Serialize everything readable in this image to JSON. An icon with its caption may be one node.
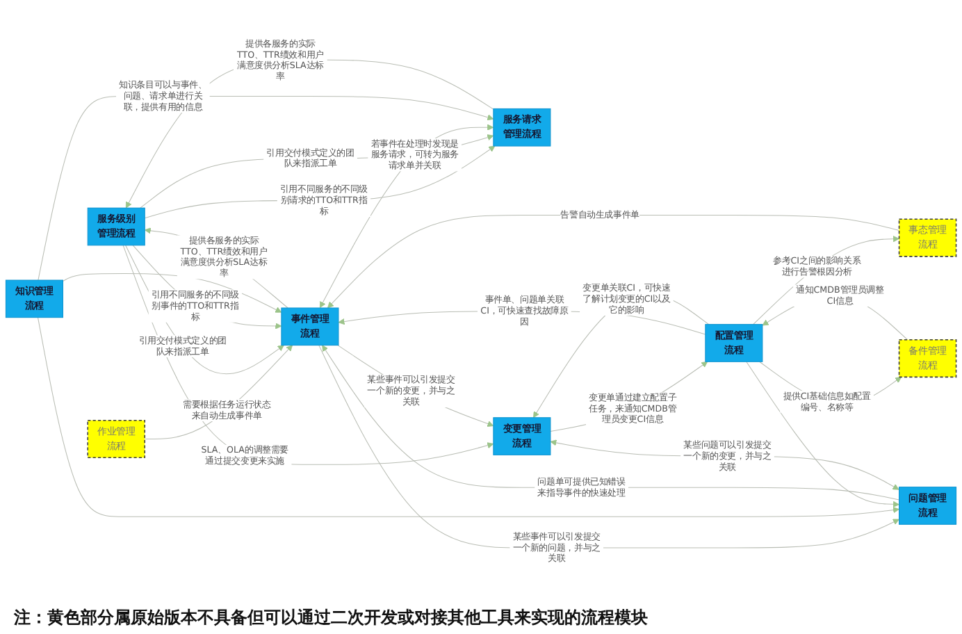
{
  "diagram": {
    "caption": "注：黄色部分属原始版本不具备但可以通过二次开发或对接其他工具来实现的流程模块",
    "nodes": [
      {
        "text": [
          "服务请求管理流程"
        ]
      },
      {
        "text": [
          "服务级别管理流程"
        ]
      },
      {
        "text": [
          "作业管理流程"
        ]
      },
      {
        "text": [
          "事件管理流程"
        ]
      },
      {
        "text": [
          "变更管理流程"
        ]
      },
      {
        "text": [
          "事态管理流程"
        ]
      },
      {
        "text": [
          "问题管理流程"
        ]
      },
      {
        "text": [
          "知识管理流程"
        ]
      },
      {
        "text": [
          "配置管理流程"
        ]
      },
      {
        "text": [
          "备件管理流程"
        ]
      }
    ],
    "edges": [
      {
        "from": 1,
        "to": 0,
        "arrow": "to",
        "label": "引用不同服务的不同级别请求的TTO和TTR指标"
      },
      {
        "from": 0,
        "to": 1,
        "arrow": "to",
        "label": "提供各服务的实际TTO、TTR绩效和用户满意度供分析SLA达标率"
      },
      {
        "from": 1,
        "to": 0,
        "arrow": "to",
        "label": "引用交付模式定义的团队来指派工单"
      },
      {
        "from": 3,
        "to": 0,
        "arrow": "both",
        "label": "若事件在处理时发现是服务请求，可转为服务请求单并关联"
      },
      {
        "from": 2,
        "to": 3,
        "arrow": "to",
        "label": "需要根据任务运行状态来自动生成事件单"
      },
      {
        "from": 1,
        "to": 3,
        "arrow": "to",
        "label": "引用交付模式定义的团队来指派工单"
      },
      {
        "from": 1,
        "to": 3,
        "arrow": "to",
        "label": "引用不同服务的不同级别事件的TTO和TTR指标"
      },
      {
        "from": 3,
        "to": 1,
        "arrow": "to",
        "label": "提供各服务的实际TTO、TTR绩效和用户满意度供分析SLA达标率"
      },
      {
        "from": 1,
        "to": 4,
        "arrow": "to",
        "label": "SLA、OLA的调整需要通过提交变更来实施"
      },
      {
        "from": 5,
        "to": 3,
        "arrow": "to",
        "label": "告警自动生成事件单"
      },
      {
        "from": 3,
        "to": 4,
        "arrow": "to",
        "label": "某些事件可以引发提交一个新的变更，并与之关联"
      },
      {
        "from": 3,
        "to": 6,
        "arrow": "to",
        "label": "某些事件可以引发提交一个新的问题，并与之关联"
      },
      {
        "from": 6,
        "to": 3,
        "arrow": "to",
        "label": "问题单可提供已知错误来指导事件的快速处理"
      },
      {
        "from": 6,
        "to": 4,
        "arrow": "both",
        "label": "某些问题可以引发提交一个新的变更，并与之关联"
      },
      {
        "from": 8,
        "to": 5,
        "arrow": "to",
        "label": "参考CI之间的影响关系进行告警根因分析"
      },
      {
        "from": 7,
        "to": 0,
        "arrow": "to",
        "label": "知识条目可以与事件、问题、请求单进行关联，提供有用的信息"
      },
      {
        "from": 7,
        "to": 3,
        "arrow": "to"
      },
      {
        "from": 7,
        "to": 6,
        "arrow": "to"
      },
      {
        "from": 8,
        "to": 3,
        "arrow": "to",
        "label": "事件单、问题单关联CI，可快速查找故障原因"
      },
      {
        "from": 8,
        "to": 6,
        "arrow": "to"
      },
      {
        "from": 4,
        "to": 8,
        "arrow": "to",
        "label": "变更单通过建立配置子任务，来通知CMDB管理员变更CI信息"
      },
      {
        "from": 8,
        "to": 4,
        "arrow": "to",
        "label": "变更单关联CI，可快速了解计划变更的CI以及它的影响"
      },
      {
        "from": 9,
        "to": 8,
        "arrow": "to",
        "label": "通知CMDB管理员调整CI信息"
      },
      {
        "from": 8,
        "to": 9,
        "arrow": "to",
        "label": "提供CI基础信息如配置编号、名称等"
      }
    ]
  }
}
